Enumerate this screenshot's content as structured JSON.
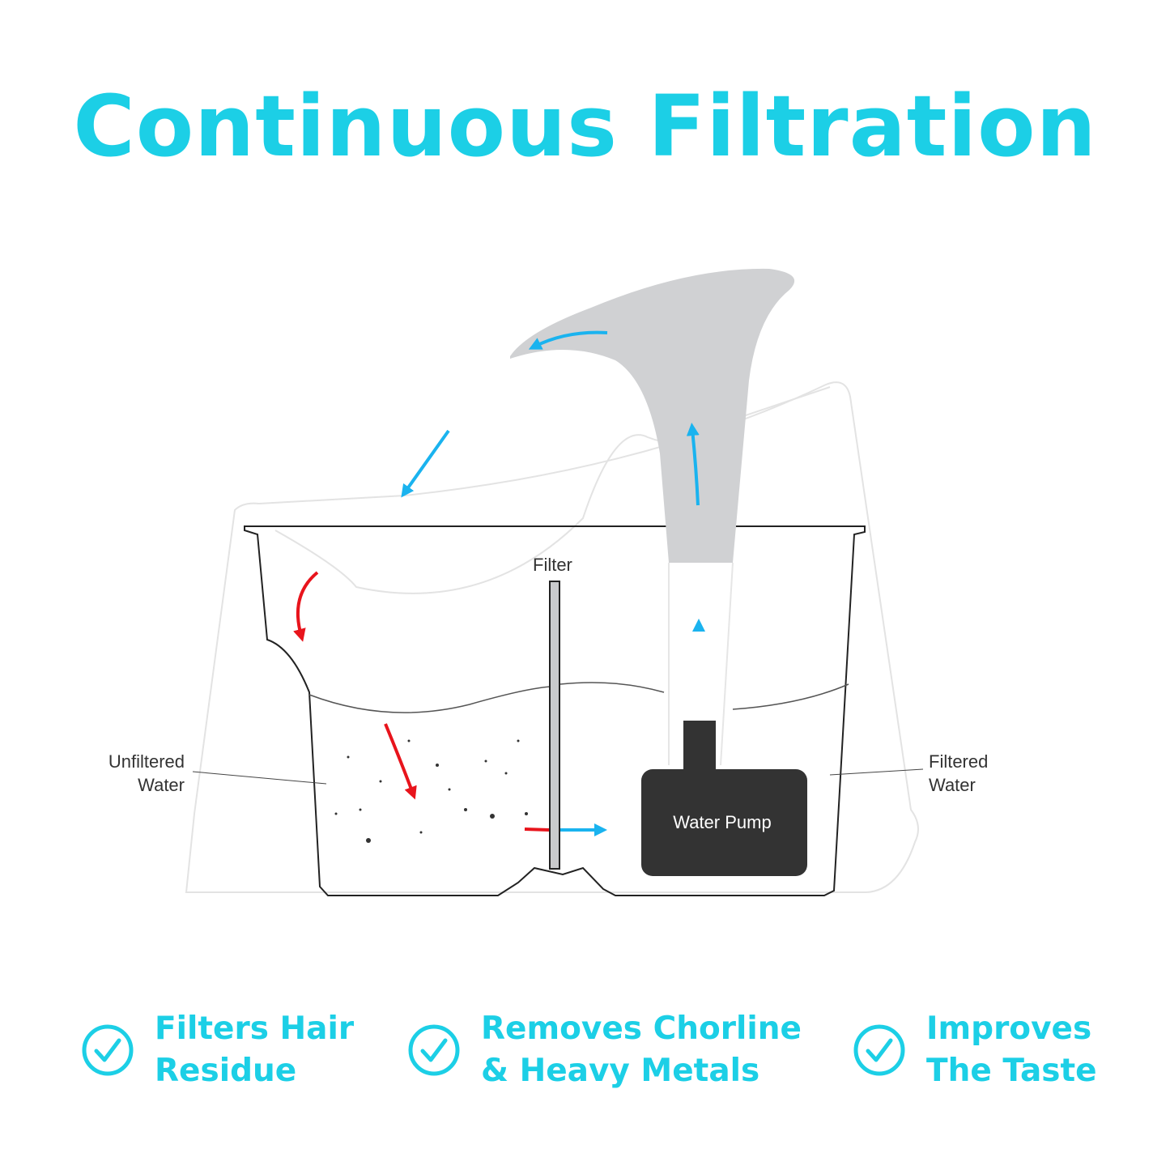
{
  "title": "Continuous Filtration",
  "labels": {
    "filter": "Filter",
    "unfiltered_line1": "Unfiltered",
    "unfiltered_line2": "Water",
    "filtered_line1": "Filtered",
    "filtered_line2": "Water",
    "pump": "Water Pump"
  },
  "features": [
    {
      "line1": "Filters Hair",
      "line2": "Residue",
      "icon": "check-circle-icon"
    },
    {
      "line1": "Removes Chorline",
      "line2": "& Heavy Metals",
      "icon": "check-circle-icon"
    },
    {
      "line1": "Improves",
      "line2": "The Taste",
      "icon": "check-circle-icon"
    }
  ],
  "colors": {
    "accent": "#1ccfe6",
    "flow_blue": "#1ab3ef",
    "flow_red": "#e8141c",
    "pump": "#333333",
    "spout": "#d0d1d3"
  }
}
